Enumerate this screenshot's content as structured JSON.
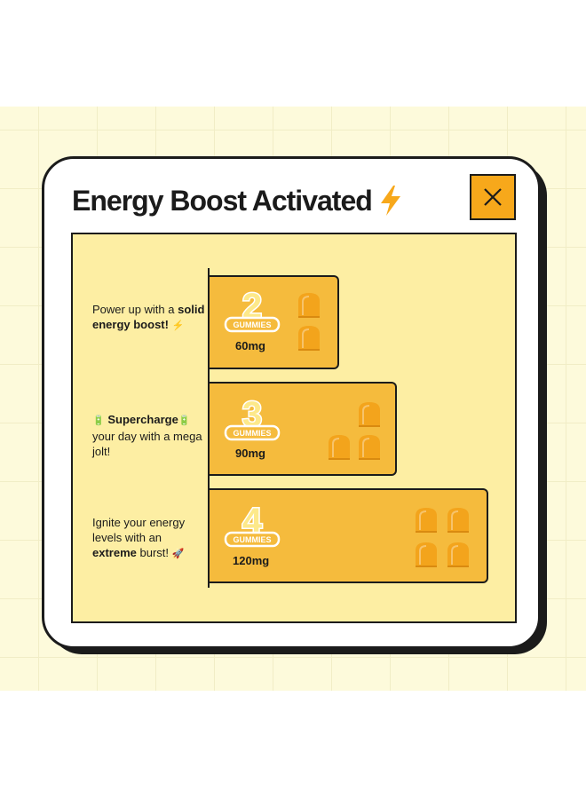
{
  "dialog": {
    "title": "Energy Boost Activated",
    "title_icon": "lightning-bolt-icon",
    "close_icon": "close-icon"
  },
  "colors": {
    "accent": "#f7a81b",
    "panel": "#fdeea3",
    "bar": "#f5bb3d",
    "gummy": "#f3a41c",
    "outline": "#1b1b1b"
  },
  "rows": [
    {
      "count": "2",
      "badge_label": "GUMMIES",
      "dose": "60mg",
      "gummies": 2,
      "text_pre": "Power up with a ",
      "text_bold": "solid energy boost!",
      "text_post": "",
      "emoji_lead": "",
      "emoji_trail": "⚡"
    },
    {
      "count": "3",
      "badge_label": "GUMMIES",
      "dose": "90mg",
      "gummies": 3,
      "text_pre": "",
      "text_bold": "Supercharge",
      "text_post": " your day with a mega jolt!",
      "emoji_lead": "🔋",
      "emoji_trail": "🔋"
    },
    {
      "count": "4",
      "badge_label": "GUMMIES",
      "dose": "120mg",
      "gummies": 4,
      "text_pre": "Ignite your energy levels with an ",
      "text_bold": "extreme",
      "text_post": " burst!",
      "emoji_lead": "",
      "emoji_trail": "🚀"
    }
  ]
}
